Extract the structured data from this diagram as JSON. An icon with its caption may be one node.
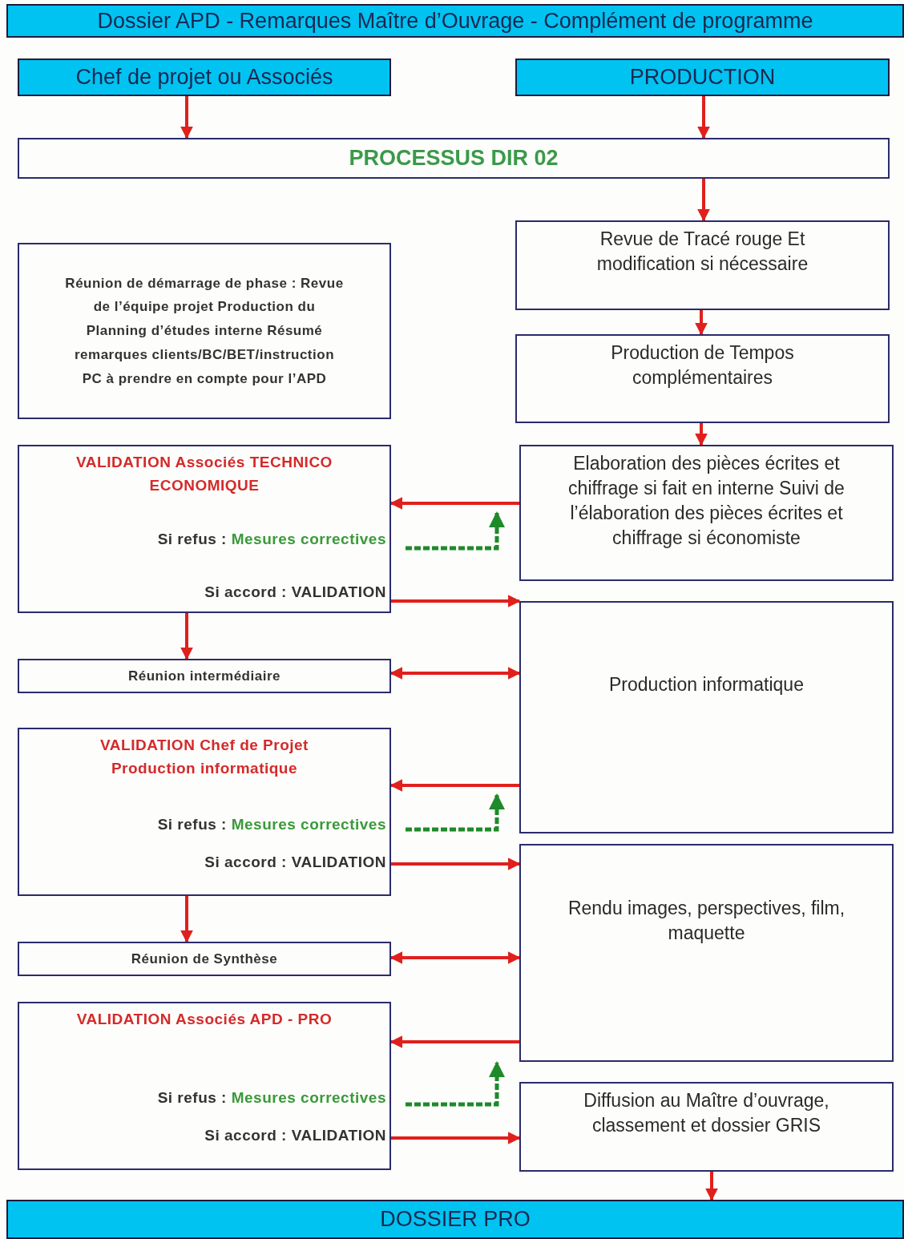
{
  "diagram": {
    "nodes": [
      {
        "text": [
          "Dossier APD - Remarques Maître d’Ouvrage - Complément de programme"
        ]
      },
      {
        "text": [
          "Chef de projet ou Associés"
        ]
      },
      {
        "text": [
          "PRODUCTION"
        ]
      },
      {
        "text": [
          "PROCESSUS DIR 02"
        ]
      },
      {
        "text": [
          "Revue de Tracé rouge Et modification si nécessaire"
        ]
      },
      {
        "text": [
          "Réunion de démarrage de phase : Revue de l’équipe projet Production du Planning d’études interne Résumé remarques clients/BC/BET/instruction PC à prendre en compte pour l’APD"
        ]
      },
      {
        "text": [
          "Production de Tempos complémentaires"
        ]
      },
      {
        "text": [
          "VALIDATION Associés TECHNICO ECONOMIQUE",
          "Si refus :",
          "Mesures correctives",
          "Si accord : VALIDATION"
        ]
      },
      {
        "text": [
          "Elaboration des pièces écrites et chiffrage si fait en interne Suivi de l’élaboration des pièces écrites et chiffrage si économiste"
        ]
      },
      {
        "text": [
          "Production informatique"
        ]
      },
      {
        "text": [
          "Réunion intermédiaire"
        ]
      },
      {
        "text": [
          "VALIDATION Chef de Projet Production informatique",
          "Si refus :",
          "Mesures correctives",
          "Si accord : VALIDATION"
        ]
      },
      {
        "text": [
          "Rendu images, perspectives, film, maquette"
        ]
      },
      {
        "text": [
          "Réunion de Synthèse"
        ]
      },
      {
        "text": [
          "VALIDATION Associés APD - PRO",
          "Si refus :",
          "Mesures correctives",
          "Si accord : VALIDATION"
        ]
      },
      {
        "text": [
          "Diffusion au Maître d’ouvrage, classement et dossier GRIS"
        ]
      },
      {
        "text": [
          "DOSSIER PRO"
        ]
      }
    ],
    "edges": [
      {
        "from": 1,
        "to": 3,
        "arrow": "to"
      },
      {
        "from": 2,
        "to": 3,
        "arrow": "to"
      },
      {
        "from": 3,
        "to": 4,
        "arrow": "to"
      },
      {
        "from": 4,
        "to": 6,
        "arrow": "to"
      },
      {
        "from": 6,
        "to": 8,
        "arrow": "to"
      },
      {
        "from": 7,
        "to": 10,
        "arrow": "to"
      },
      {
        "from": 11,
        "to": 13,
        "arrow": "to"
      },
      {
        "from": 15,
        "to": 16,
        "arrow": "to"
      },
      {
        "from": 8,
        "to": 7,
        "arrow": "to"
      },
      {
        "from": 7,
        "to": 8,
        "arrow": "to",
        "style": "dashed",
        "color": "#1e8a2a"
      },
      {
        "from": 7,
        "to": 9,
        "arrow": "to"
      },
      {
        "from": 10,
        "to": 9,
        "arrow": "both"
      },
      {
        "from": 9,
        "to": 11,
        "arrow": "to"
      },
      {
        "from": 11,
        "to": 9,
        "arrow": "to",
        "style": "dashed",
        "color": "#1e8a2a"
      },
      {
        "from": 11,
        "to": 12,
        "arrow": "to"
      },
      {
        "from": 13,
        "to": 12,
        "arrow": "both"
      },
      {
        "from": 12,
        "to": 14,
        "arrow": "to"
      },
      {
        "from": 14,
        "to": 12,
        "arrow": "to",
        "style": "dashed",
        "color": "#1e8a2a"
      },
      {
        "from": 14,
        "to": 15,
        "arrow": "to"
      }
    ]
  }
}
